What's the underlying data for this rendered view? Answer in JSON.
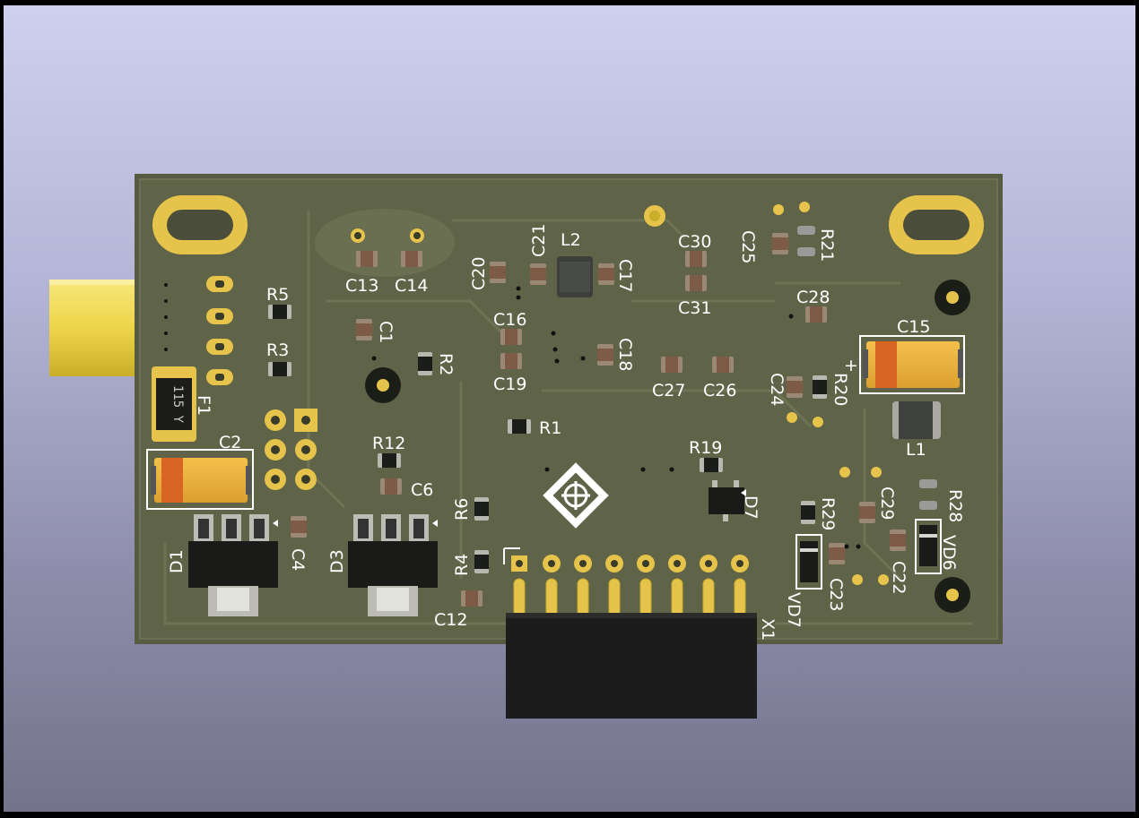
{
  "scene": {
    "background_top": "#cfcfee",
    "background_bottom": "#73738b",
    "board_color": "#575b42",
    "copper_pour": "#656a4e",
    "pad_gold": "#e6c34a",
    "silkscreen": "#ffffff"
  },
  "labels": {
    "C13": "C13",
    "C14": "C14",
    "C20": "C20",
    "C21": "C21",
    "L2": "L2",
    "C17": "C17",
    "C30": "C30",
    "C31": "C31",
    "C25": "C25",
    "R21": "R21",
    "R5": "R5",
    "R3": "R3",
    "C1": "C1",
    "R2": "R2",
    "C16": "C16",
    "C19": "C19",
    "C18": "C18",
    "C27": "C27",
    "C26": "C26",
    "C28": "C28",
    "C15": "C15",
    "C24": "C24",
    "R20": "R20",
    "L1": "L1",
    "F1": "F1",
    "C2": "C2",
    "R12": "R12",
    "C6": "C6",
    "R1": "R1",
    "R19": "R19",
    "D7": "D7",
    "R6": "R6",
    "R4": "R4",
    "C12": "C12",
    "D1": "D1",
    "C4": "C4",
    "D3": "D3",
    "X1": "X1",
    "R29": "R29",
    "C29": "C29",
    "R28": "R28",
    "C23": "C23",
    "C22": "C22",
    "VD6": "VD6",
    "VD7": "VD7",
    "fuse_marking": "115 Y",
    "polarity_plus": "+"
  }
}
